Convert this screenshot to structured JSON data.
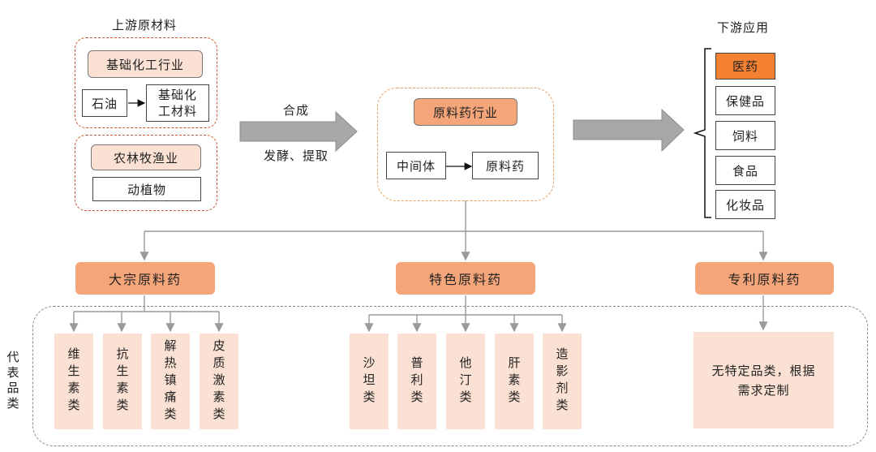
{
  "upstream": {
    "title": "上游原材料",
    "group1_header": "基础化工行业",
    "petroleum": "石油",
    "basic_chem_line1": "基础化",
    "basic_chem_line2": "工材料",
    "group2_header": "农林牧渔业",
    "plants_animals": "动植物"
  },
  "arrow_labels": {
    "synthesis": "合成",
    "ferment_extract": "发酵、提取"
  },
  "api_industry": {
    "header": "原料药行业",
    "intermediate": "中间体",
    "api": "原料药"
  },
  "downstream": {
    "title": "下游应用",
    "items": [
      "医药",
      "保健品",
      "饲料",
      "食品",
      "化妆品"
    ]
  },
  "categories": {
    "bulk": "大宗原料药",
    "specialty": "特色原料药",
    "patent": "专利原料药"
  },
  "representative_label": "代表品类",
  "bulk_items": [
    "维生素类",
    "抗生素类",
    "解热镇痛类",
    "皮质激素类"
  ],
  "specialty_items": [
    "沙坦类",
    "普利类",
    "他汀类",
    "肝素类",
    "造影剂类"
  ],
  "patent_item": {
    "line1": "无特定品类，根据",
    "line2": "需求定制"
  },
  "colors": {
    "orange": "#f4a57a",
    "peach": "#fbe1d3",
    "highlight": "#f58232",
    "arrow_gray": "#a8a8a8"
  }
}
